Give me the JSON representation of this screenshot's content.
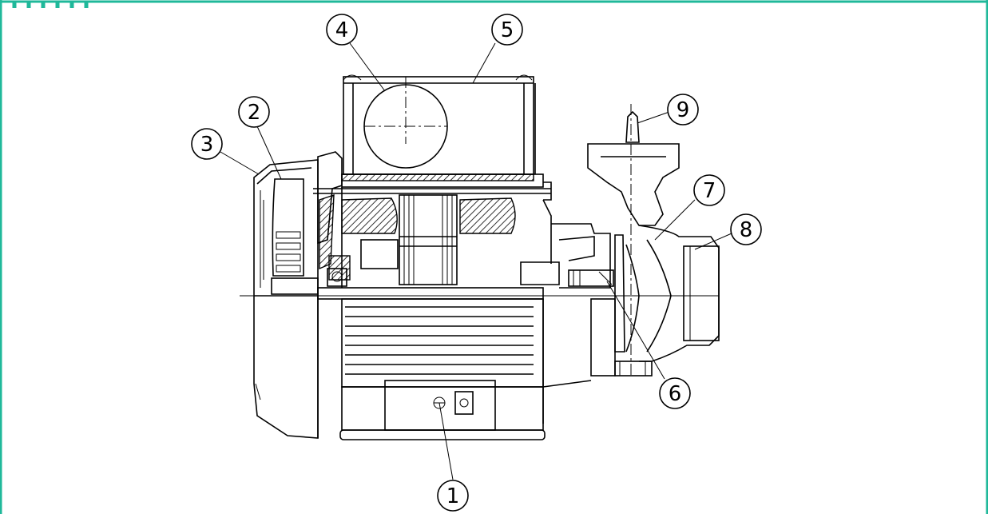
{
  "colors": {
    "border": "#1fb89a",
    "line": "#000000",
    "background": "#ffffff"
  },
  "callouts": [
    {
      "id": 1,
      "label": "1"
    },
    {
      "id": 2,
      "label": "2"
    },
    {
      "id": 3,
      "label": "3"
    },
    {
      "id": 4,
      "label": "4"
    },
    {
      "id": 5,
      "label": "5"
    },
    {
      "id": 6,
      "label": "6"
    },
    {
      "id": 7,
      "label": "7"
    },
    {
      "id": 8,
      "label": "8"
    },
    {
      "id": 9,
      "label": "9"
    }
  ]
}
